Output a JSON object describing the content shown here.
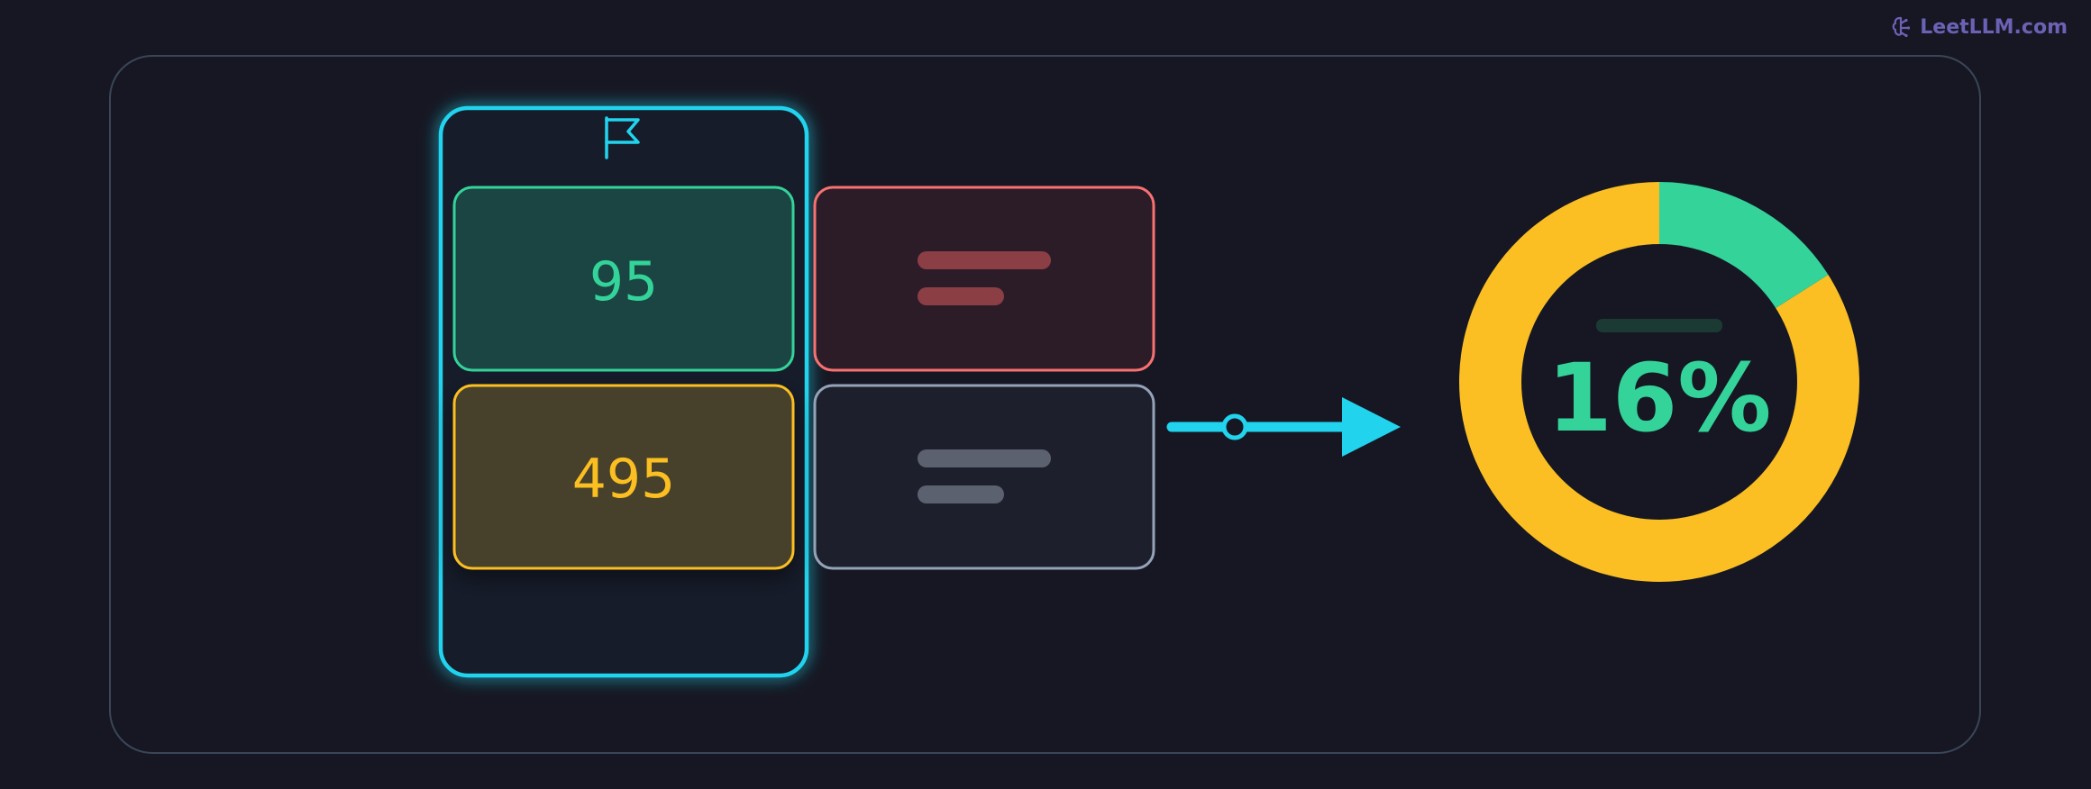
{
  "brand": {
    "name": "LeetLLM.com",
    "icon": "brain-icon",
    "color": "#6b62b6"
  },
  "column": {
    "icon": "flag-icon",
    "border_color": "#22d3ee"
  },
  "cells": {
    "top_value": "95",
    "bottom_value": "495",
    "top_color": "#34d399",
    "bottom_color": "#fbbf24",
    "side_top_color": "#f87171",
    "side_bottom_color": "#94a3b8"
  },
  "arrow": {
    "color": "#22d3ee"
  },
  "donut": {
    "label": "16%",
    "fraction": 0.16,
    "highlight_color": "#34d399",
    "rest_color": "#fbbf24"
  }
}
